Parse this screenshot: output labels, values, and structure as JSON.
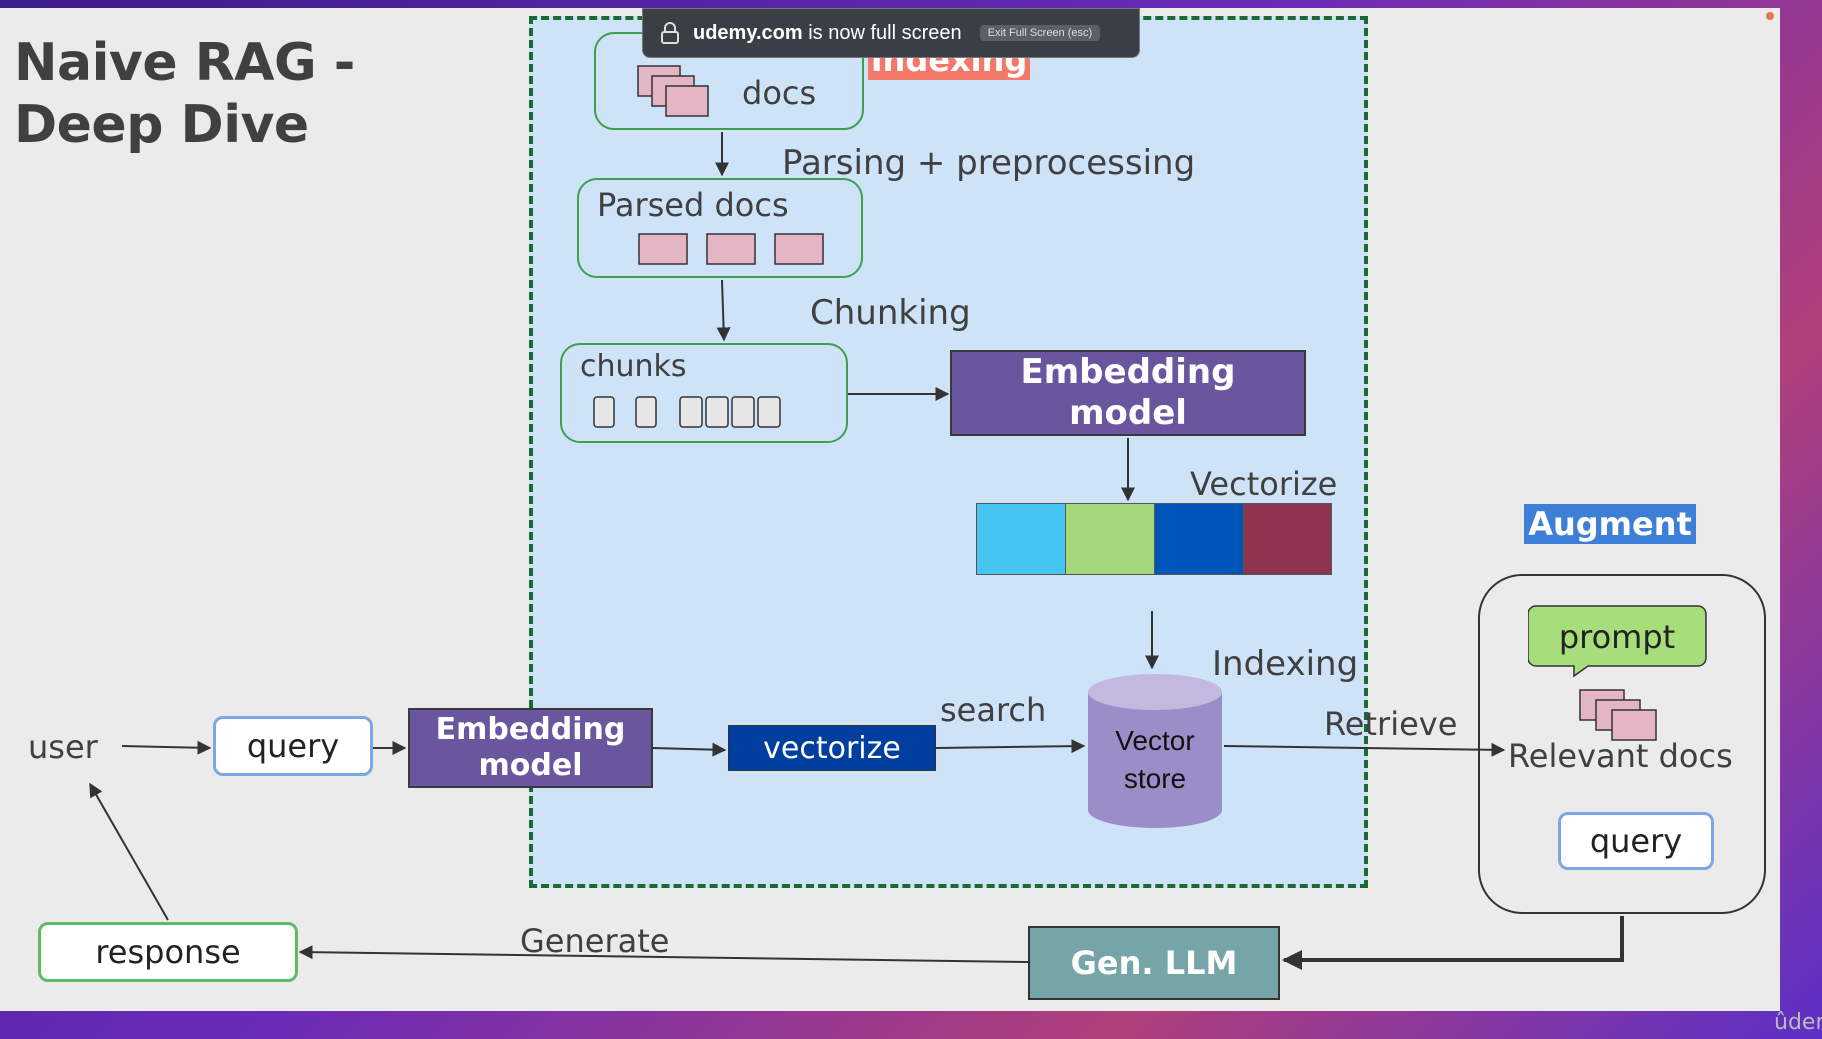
{
  "title": {
    "line1": "Naive RAG -",
    "line2": "Deep Dive"
  },
  "notification": {
    "site": "udemy.com",
    "message": " is now full screen",
    "exit_label": "Exit Full Screen (esc)"
  },
  "indexing": {
    "tag": "Indexing",
    "docs_label": "docs",
    "parsing_label": "Parsing + preprocessing",
    "parsed_label": "Parsed docs",
    "chunking_label": "Chunking",
    "chunks_label": "chunks",
    "embed_label_1": "Embedding",
    "embed_label_2": "model",
    "vectorize_label": "Vectorize",
    "vector_colors": [
      "#45c6f2",
      "#a4d87a",
      "#0055b8",
      "#8f3450"
    ],
    "store_indexing_label": "Indexing",
    "store_label_1": "Vector",
    "store_label_2": "store"
  },
  "retrieval": {
    "user_label": "user",
    "query_label": "query",
    "embed_label_1": "Embedding",
    "embed_label_2": "model",
    "vectorize_box_label": "vectorize",
    "search_label": "search",
    "retrieve_label": "Retrieve",
    "response_label": "response",
    "generate_label": "Generate",
    "llm_label": "Gen. LLM"
  },
  "augment": {
    "tag": "Augment",
    "prompt_label": "prompt",
    "relevant_label": "Relevant docs",
    "query_label": "query"
  },
  "watermark": "ûdem"
}
